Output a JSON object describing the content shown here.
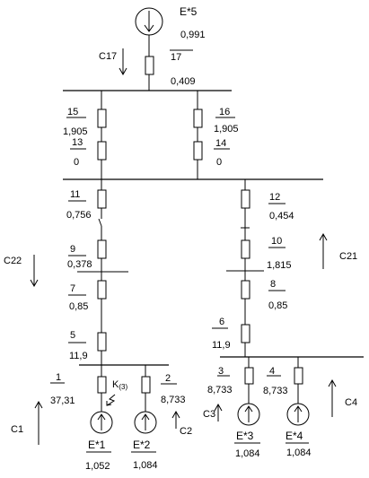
{
  "sources": {
    "E5": {
      "name": "E*5",
      "value": "0,991"
    },
    "E1": {
      "name": "E*1",
      "value": "1,052"
    },
    "E2": {
      "name": "E*2",
      "value": "1,084"
    },
    "E3": {
      "name": "E*3",
      "value": "1,084"
    },
    "E4": {
      "name": "E*4",
      "value": "1,084"
    }
  },
  "branches": [
    {
      "num": "17",
      "value": "0,409"
    },
    {
      "num": "15",
      "value": "1,905"
    },
    {
      "num": "16",
      "value": "1,905"
    },
    {
      "num": "13",
      "value": "0"
    },
    {
      "num": "14",
      "value": "0"
    },
    {
      "num": "11",
      "value": "0,756"
    },
    {
      "num": "12",
      "value": "0,454"
    },
    {
      "num": "9",
      "value": "0,378"
    },
    {
      "num": "10",
      "value": "1,815"
    },
    {
      "num": "7",
      "value": "0,85"
    },
    {
      "num": "8",
      "value": "0,85"
    },
    {
      "num": "5",
      "value": "11,9"
    },
    {
      "num": "6",
      "value": "11,9"
    },
    {
      "num": "1",
      "value": "37,31"
    },
    {
      "num": "2",
      "value": "8,733"
    },
    {
      "num": "3",
      "value": "8,733"
    },
    {
      "num": "4",
      "value": "8,733"
    }
  ],
  "currents": {
    "c17": "C17",
    "c22": "C22",
    "c21": "C21",
    "c1": "C1",
    "c2": "C2",
    "c3": "C3",
    "c4": "C4"
  },
  "fault": {
    "label": "K",
    "sub": "(3)"
  }
}
